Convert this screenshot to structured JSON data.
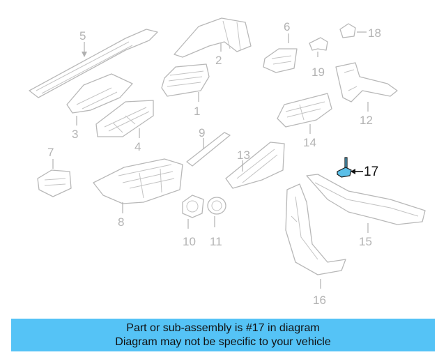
{
  "diagram": {
    "callouts": [
      "1",
      "2",
      "3",
      "4",
      "5",
      "6",
      "7",
      "8",
      "9",
      "10",
      "11",
      "12",
      "13",
      "14",
      "15",
      "16",
      "17",
      "18",
      "19"
    ],
    "highlighted": "17",
    "colors": {
      "highlight_fill": "#5bbfe8",
      "banner": "#55c3f6",
      "line": "#b8b8b8"
    }
  },
  "banner": {
    "line1": "Part or sub-assembly is #17 in diagram",
    "line2": "Diagram may not be specific to your vehicle"
  }
}
